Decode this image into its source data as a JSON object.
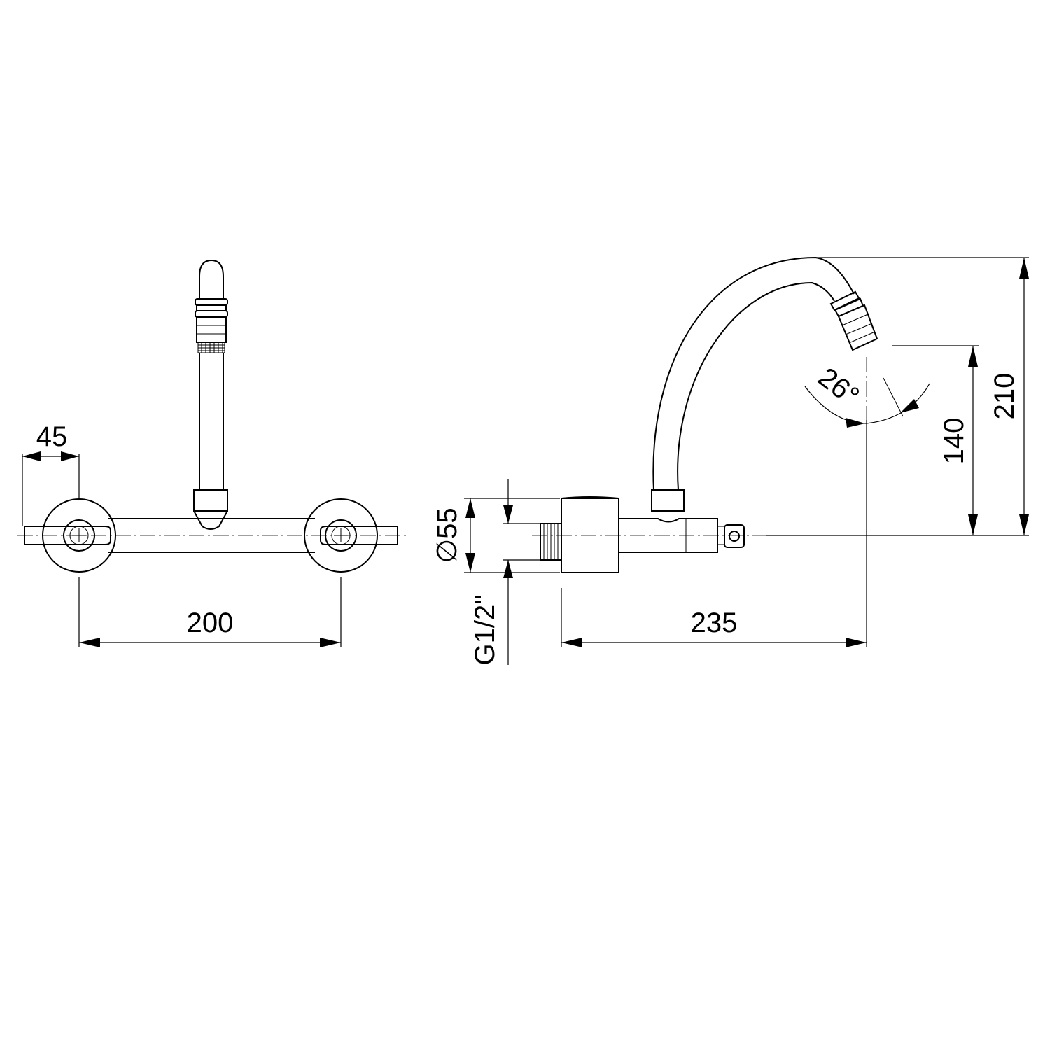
{
  "drawing": {
    "front_view": {
      "dim_width": "45",
      "dim_spacing": "200"
    },
    "side_view": {
      "dim_diameter": "∅55",
      "dim_thread": "G1/2\"",
      "dim_projection": "235",
      "dim_angle": "26°",
      "dim_outlet_height": "140",
      "dim_total_height": "210"
    },
    "colors": {
      "line": "#000000",
      "background": "#ffffff"
    }
  }
}
